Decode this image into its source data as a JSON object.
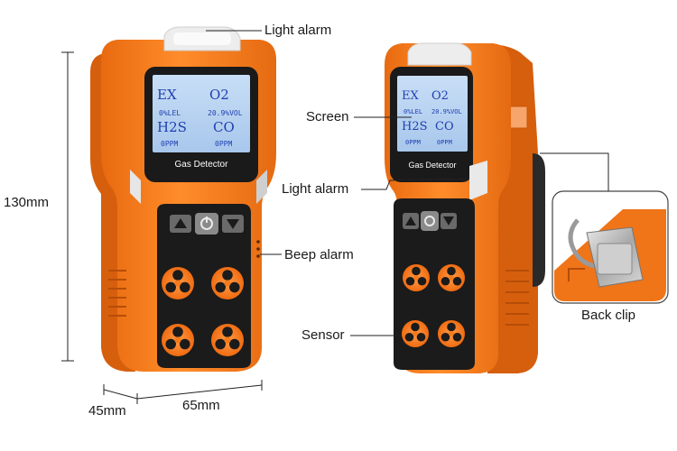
{
  "callouts": {
    "light_alarm_top": "Light alarm",
    "screen": "Screen",
    "light_alarm_side": "Light alarm",
    "beep_alarm": "Beep alarm",
    "sensor": "Sensor",
    "back_clip": "Back clip"
  },
  "dimensions": {
    "height": "130mm",
    "depth": "45mm",
    "width": "65mm"
  },
  "device": {
    "brand_text": "Gas Detector",
    "lcd": {
      "row1_left": "EX",
      "row1_right": "O2",
      "row2_left": "0%LEL",
      "row2_right": "20.9%VOL",
      "row3_left": "H2S",
      "row3_right": "CO",
      "row4_left": "0PPM",
      "row4_right": "0PPM"
    }
  },
  "colors": {
    "body_orange": "#f47a1a",
    "body_dark_orange": "#d9600e",
    "keypad_black": "#1b1b1b",
    "lcd_blue": "#b7d3f2",
    "lcd_text": "#1f3fb0"
  }
}
